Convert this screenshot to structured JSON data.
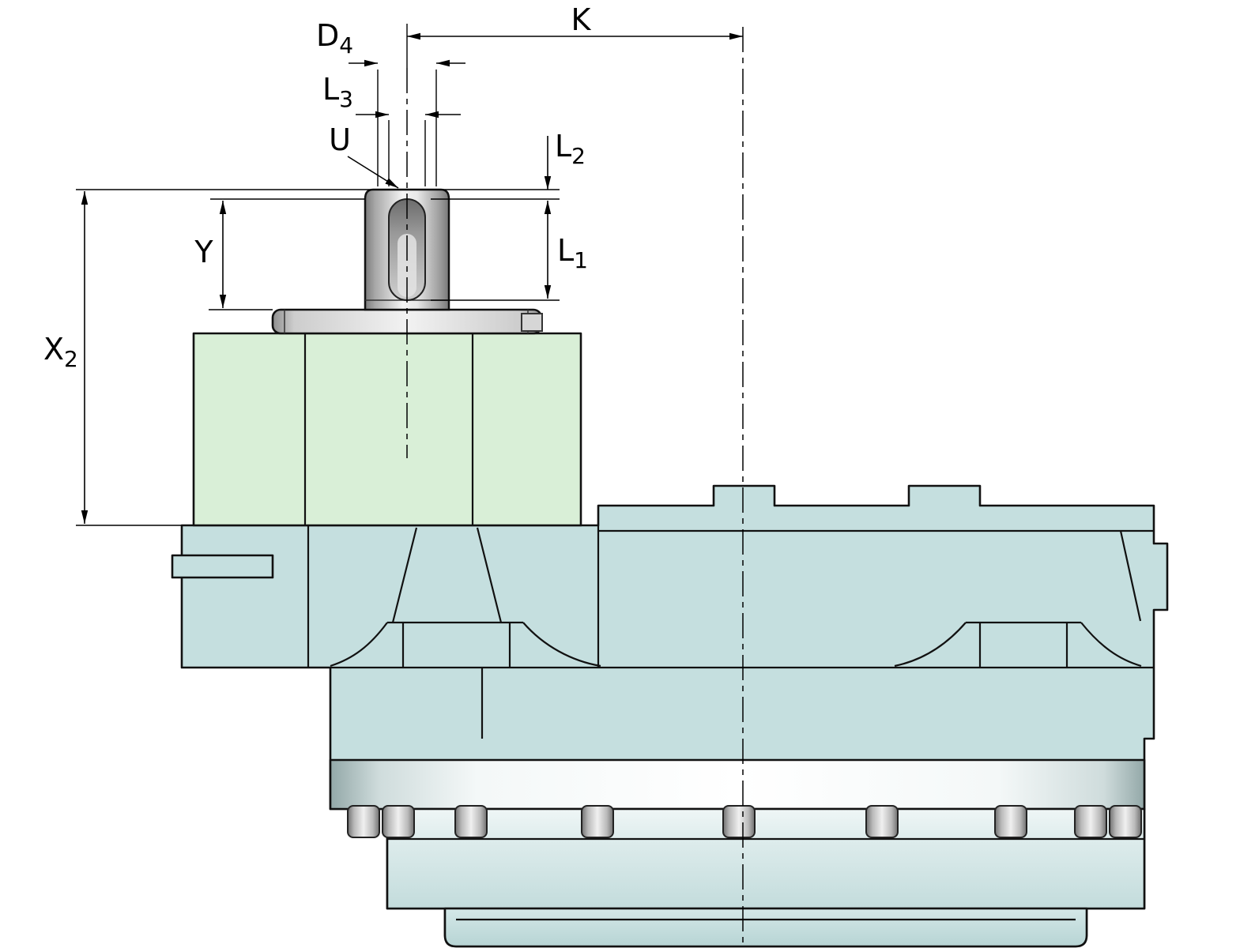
{
  "labels": {
    "k": {
      "main": "K",
      "sub": ""
    },
    "d4": {
      "main": "D",
      "sub": "4"
    },
    "l3": {
      "main": "L",
      "sub": "3"
    },
    "u": {
      "main": "U",
      "sub": ""
    },
    "l2": {
      "main": "L",
      "sub": "2"
    },
    "l1": {
      "main": "L",
      "sub": "1"
    },
    "y": {
      "main": "Y",
      "sub": ""
    },
    "x2": {
      "main": "X",
      "sub": "2"
    }
  },
  "colors": {
    "housing_teal": "#c5dfdf",
    "adapter_green": "#d9efd7",
    "line": "#111111",
    "background": "#ffffff",
    "metal_light": "#f2f2f2",
    "metal_dark": "#7d7d7d",
    "dimension_line": "#000000"
  }
}
